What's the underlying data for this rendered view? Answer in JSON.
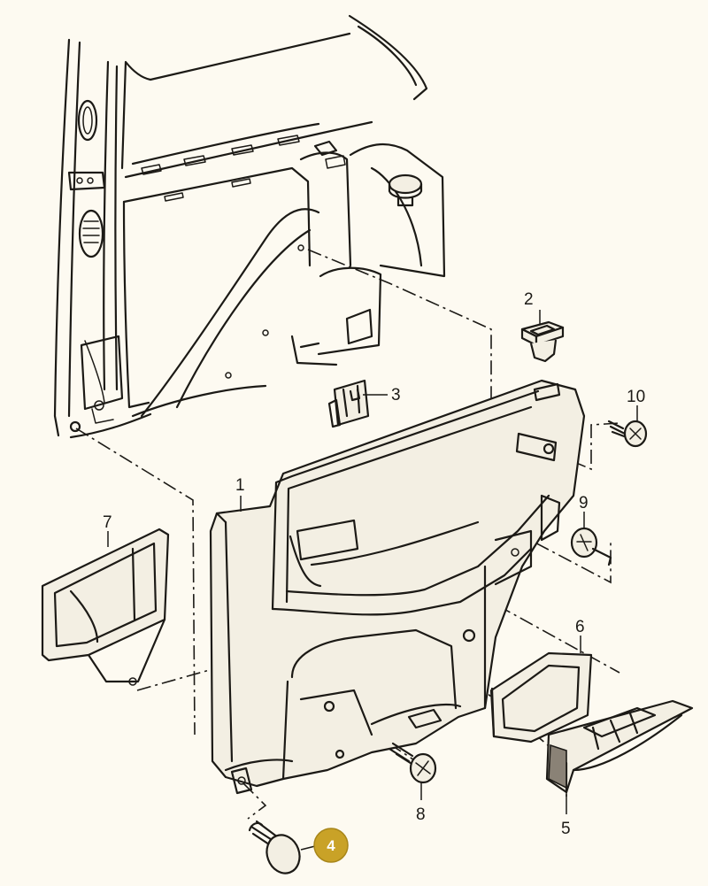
{
  "colors": {
    "background": "#fdfaf1",
    "line": "#1c1a16",
    "highlight_badge": "#c9a227"
  },
  "callouts": [
    {
      "id": "1",
      "label": "1",
      "highlighted": false
    },
    {
      "id": "2",
      "label": "2",
      "highlighted": false
    },
    {
      "id": "3",
      "label": "3",
      "highlighted": false
    },
    {
      "id": "4",
      "label": "4",
      "highlighted": true
    },
    {
      "id": "5",
      "label": "5",
      "highlighted": false
    },
    {
      "id": "6",
      "label": "6",
      "highlighted": false
    },
    {
      "id": "7",
      "label": "7",
      "highlighted": false
    },
    {
      "id": "8",
      "label": "8",
      "highlighted": false
    },
    {
      "id": "9",
      "label": "9",
      "highlighted": false
    },
    {
      "id": "10",
      "label": "10",
      "highlighted": false
    }
  ]
}
